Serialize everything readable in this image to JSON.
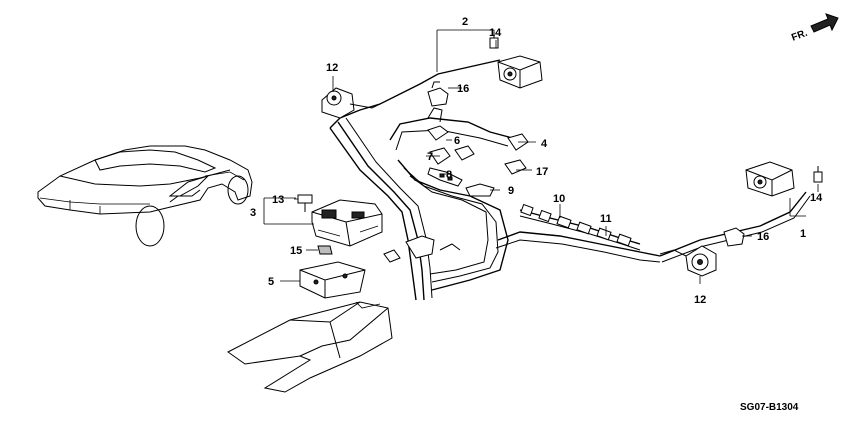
{
  "direction": {
    "label": "FR."
  },
  "diagram_code": "SG07-B1304",
  "callouts": {
    "c1": "1",
    "c2": "2",
    "c3": "3",
    "c4": "4",
    "c5": "5",
    "c6": "6",
    "c7": "7",
    "c8": "8",
    "c9": "9",
    "c10": "10",
    "c11": "11",
    "c12a": "12",
    "c12b": "12",
    "c13": "13",
    "c14a": "14",
    "c14b": "14",
    "c15": "15",
    "c16a": "16",
    "c16b": "16",
    "c17": "17"
  }
}
